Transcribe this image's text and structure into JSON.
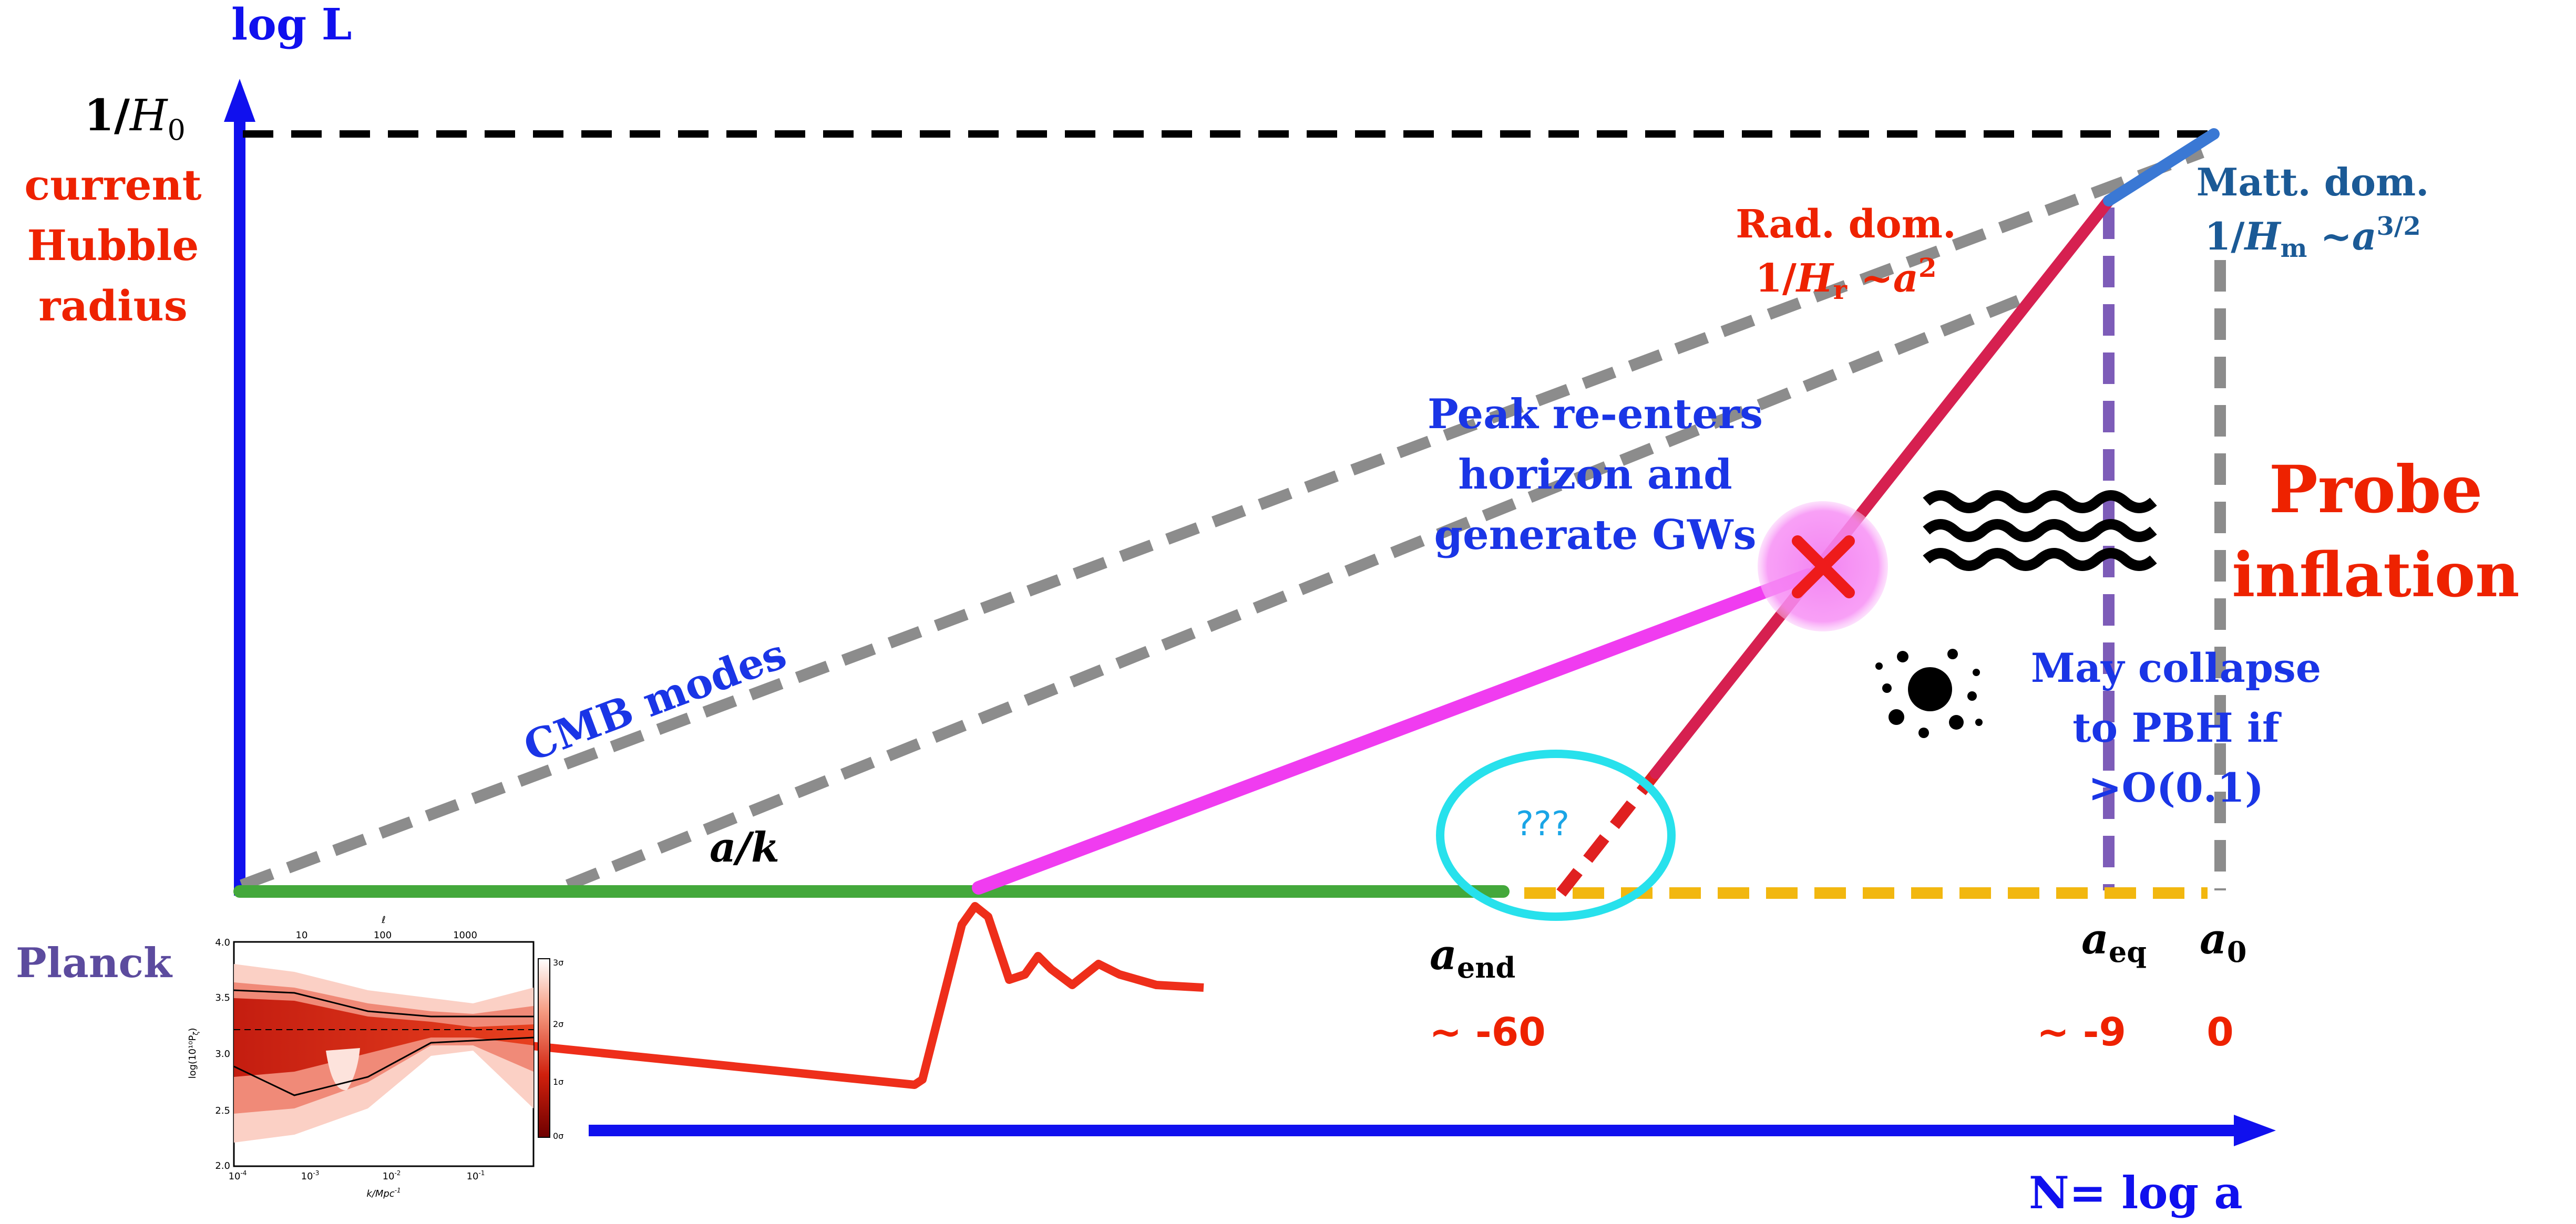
{
  "axes": {
    "y_label": "log L",
    "x_label": "N= log a"
  },
  "labels": {
    "inv_h0": {
      "one": "1/",
      "h": "H",
      "sub": "0"
    },
    "current": "current",
    "hubble": "Hubble",
    "radius": "radius",
    "cmb_modes": "CMB modes",
    "a_over_k": "a/k",
    "peak_line1": "Peak re-enters",
    "peak_line2": "horizon and",
    "peak_line3": "generate GWs",
    "rad_dom": "Rad. dom.",
    "rad_formula": {
      "one": "1/",
      "h": "H",
      "sub": "r",
      "tilde": " ~",
      "a": "a",
      "sup": "2"
    },
    "matt_dom": "Matt. dom.",
    "matt_formula": {
      "one": "1/",
      "h": "H",
      "sub": "m",
      "tilde": " ~",
      "a": "a",
      "sup": "3/2"
    },
    "unknown": "???",
    "collapse_line1": "May collapse",
    "collapse_line2": "to PBH if",
    "collapse_line3": ">O(0.1)",
    "probe_line1": "Probe",
    "probe_line2": "inflation",
    "planck": "Planck",
    "a_end": {
      "a": "a",
      "sub": "end"
    },
    "a_eq": {
      "a": "a",
      "sub": "eq"
    },
    "a_0": {
      "a": "a",
      "sub": "0"
    },
    "val_end": "~ -60",
    "val_eq": "~ -9",
    "val_0": "0"
  },
  "planck_inset": {
    "y_ticks": [
      "2.0",
      "2.5",
      "3.0",
      "3.5",
      "4.0"
    ],
    "x_ticks": [
      "10",
      "10",
      "10"
    ],
    "x_tick_exps": [
      "-4",
      "-3",
      "-2",
      "-1"
    ],
    "top_ticks": [
      "10",
      "100",
      "1000"
    ],
    "top_label": "ℓ",
    "x_label": "k/Mpc",
    "x_label_sup": "-1",
    "y_label": "log(10¹⁰P",
    "y_label_sub": "ζ",
    "colorbar_ticks": [
      "0σ",
      "1σ",
      "2σ",
      "3σ"
    ]
  },
  "colors": {
    "axis_blue": "#1010ee",
    "label_red": "#ee2200",
    "label_blue": "#1a35e6",
    "matt_blue": "#1b5a96",
    "green": "#43a83b",
    "magenta": "#f03cf0",
    "crimson": "#d62050",
    "gray": "#8c8c8c",
    "orange": "#f2b70f",
    "purple": "#7d5cb8",
    "cyan": "#27e1ec",
    "pink_blob": "#f58cf3"
  }
}
